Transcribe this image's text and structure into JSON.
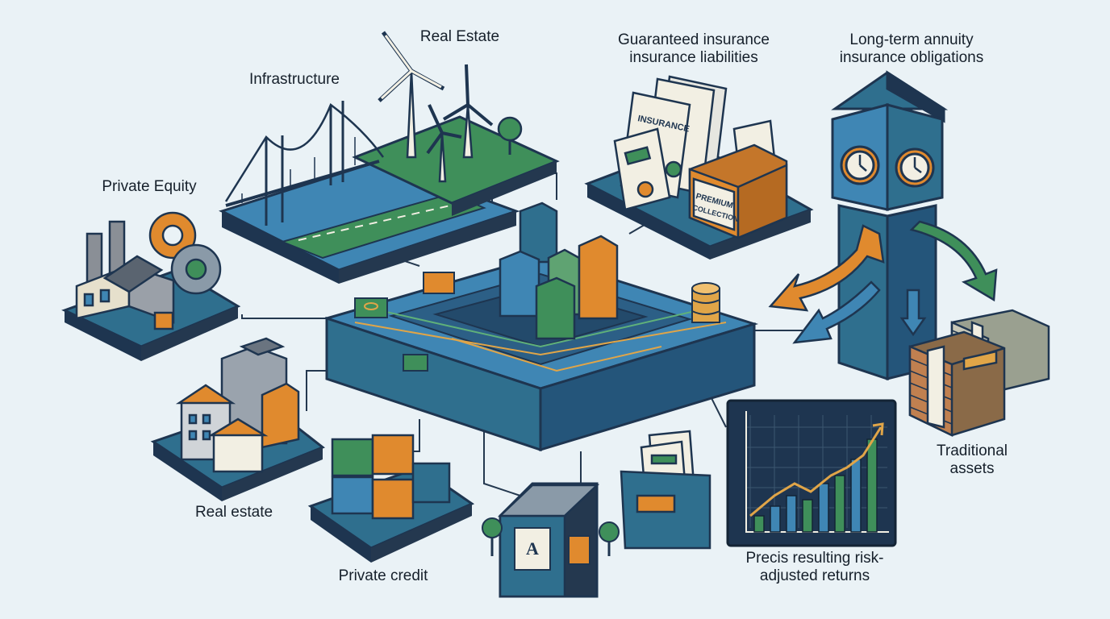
{
  "labels": {
    "real_estate_top": "Real Estate",
    "infrastructure": "Infrastructure",
    "private_equity": "Private Equity",
    "real_estate_bottom": "Real estate",
    "private_credit": "Private credit",
    "guaranteed_line1": "Guaranteed insurance",
    "guaranteed_line2": "insurance liabilities",
    "annuity_line1": "Long-term annuity",
    "annuity_line2": "insurance obligations",
    "traditional_line1": "Traditional",
    "traditional_line2": "assets",
    "returns_line1": "Precis resulting risk-",
    "returns_line2": "adjusted returns"
  },
  "props": {
    "insurance_doc": "INSURANCE",
    "premium_line1": "PREMIUM",
    "premium_line2": "COLLECTION",
    "vault_letter": "A"
  },
  "colors": {
    "navy": "#1e3550",
    "teal": "#2f6f8e",
    "blue": "#3f86b4",
    "green": "#3f8f5a",
    "orange": "#e08a2e",
    "cream": "#f2efe3",
    "background": "#eaf2f6"
  }
}
